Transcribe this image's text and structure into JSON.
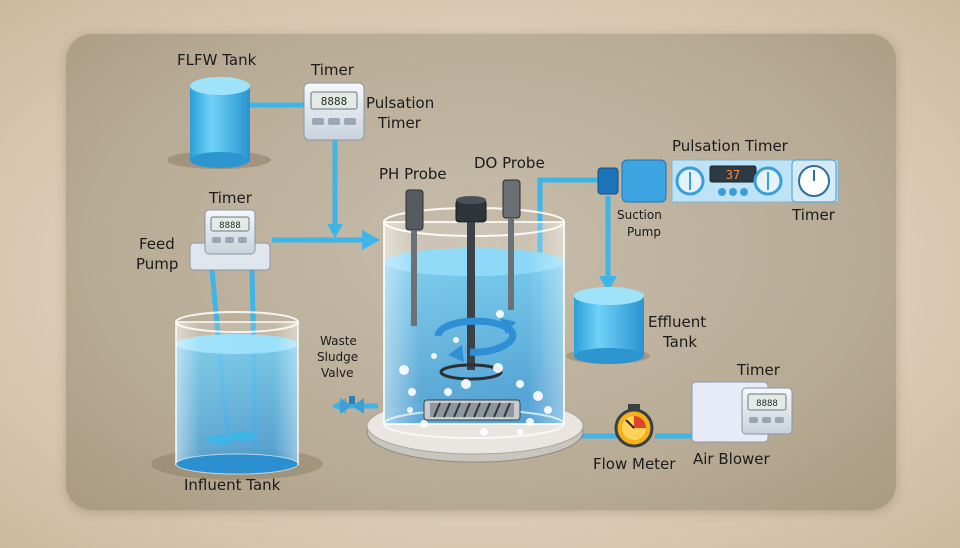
{
  "labels": {
    "flfw_tank": "FLFW Tank",
    "timer_top": "Timer",
    "pulsation_timer_left_1": "Pulsation",
    "pulsation_timer_left_2": "Timer",
    "ph_probe": "PH Probe",
    "do_probe": "DO Probe",
    "pulsation_timer_right": "Pulsation Timer",
    "timer_right": "Timer",
    "suction_pump_1": "Suction",
    "suction_pump_2": "Pump",
    "timer_feed": "Timer",
    "feed_pump_1": "Feed",
    "feed_pump_2": "Pump",
    "effluent_tank_1": "Effluent",
    "effluent_tank_2": "Tank",
    "waste_sludge_1": "Waste",
    "waste_sludge_2": "Sludge",
    "waste_sludge_3": "Valve",
    "timer_blower": "Timer",
    "flow_meter": "Flow Meter",
    "air_blower": "Air Blower",
    "influent_tank": "Influent Tank"
  },
  "displays": {
    "timer_top": "8888",
    "timer_feed": "8888",
    "pulsation_timer_right": "37",
    "timer_blower": "8888"
  },
  "colors": {
    "pipe": "#3fb4e6",
    "water": "#3fa9e0",
    "tank_body": "#5ec6f0",
    "display_bg": "#e4ebe6",
    "display_red": "#ff8a3a",
    "stopwatch": "#f2b21b"
  }
}
